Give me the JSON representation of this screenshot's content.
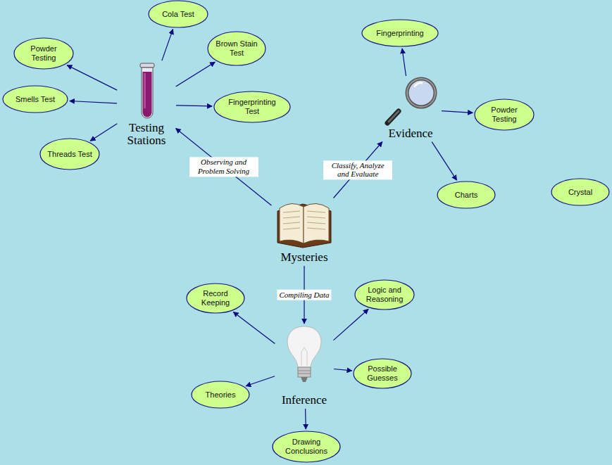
{
  "diagram": {
    "nodes": [
      {
        "text": [
          "Cola Test"
        ]
      },
      {
        "text": [
          "Fingerprinting"
        ]
      },
      {
        "text": [
          "Powder Testing"
        ]
      },
      {
        "text": [
          "Brown Stain Test"
        ]
      },
      {
        "text": [
          "Smells Test"
        ]
      },
      {
        "text": [
          "Fingerprinting Test"
        ]
      },
      {
        "text": [
          "Powder Testing"
        ]
      },
      {
        "text": [
          "Testing Stations"
        ]
      },
      {
        "text": [
          "Evidence"
        ]
      },
      {
        "text": [
          "Threads Test"
        ]
      },
      {
        "text": [
          "Charts"
        ]
      },
      {
        "text": [
          "Crystal"
        ]
      },
      {
        "text": [
          "Mysteries"
        ]
      },
      {
        "text": [
          "Record Keeping"
        ]
      },
      {
        "text": [
          "Logic and Reasoning"
        ]
      },
      {
        "text": [
          "Inference"
        ]
      },
      {
        "text": [
          "Possible Guesses"
        ]
      },
      {
        "text": [
          "Theories"
        ]
      },
      {
        "text": [
          "Drawing Conclusions"
        ]
      }
    ],
    "edges": [
      {
        "from": 7,
        "to": 0,
        "arrow": "to"
      },
      {
        "from": 7,
        "to": 2,
        "arrow": "to"
      },
      {
        "from": 7,
        "to": 4,
        "arrow": "to"
      },
      {
        "from": 7,
        "to": 9,
        "arrow": "to"
      },
      {
        "from": 7,
        "to": 3,
        "arrow": "to"
      },
      {
        "from": 7,
        "to": 5,
        "arrow": "to"
      },
      {
        "from": 8,
        "to": 1,
        "arrow": "to"
      },
      {
        "from": 8,
        "to": 6,
        "arrow": "to"
      },
      {
        "from": 8,
        "to": 10,
        "arrow": "to"
      },
      {
        "from": 12,
        "to": 7,
        "label": "Observing and Problem Solving",
        "arrow": "to"
      },
      {
        "from": 12,
        "to": 8,
        "label": "Classify, Analyze and Evaluate",
        "arrow": "to"
      },
      {
        "from": 12,
        "to": 15,
        "label": "Compiling Data",
        "arrow": "to"
      },
      {
        "from": 15,
        "to": 13,
        "arrow": "to"
      },
      {
        "from": 15,
        "to": 14,
        "arrow": "to"
      },
      {
        "from": 15,
        "to": 16,
        "arrow": "to"
      },
      {
        "from": 15,
        "to": 17,
        "arrow": "to"
      },
      {
        "from": 15,
        "to": 18,
        "arrow": "to"
      }
    ]
  }
}
